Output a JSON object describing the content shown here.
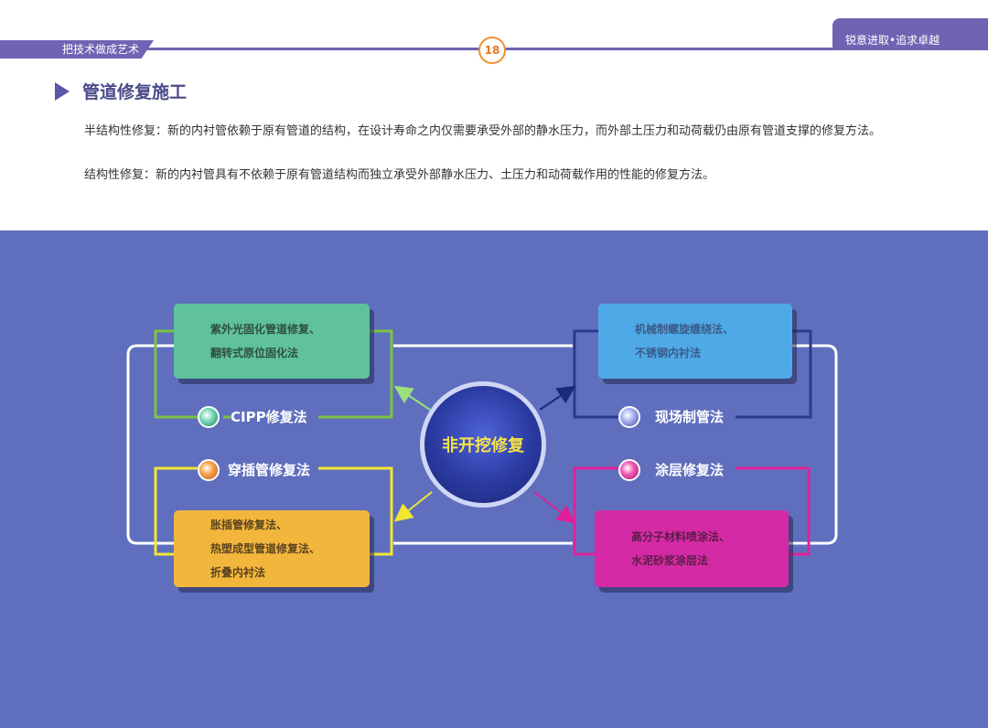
{
  "header": {
    "left_slogan": "把技术做成艺术",
    "right_slogan": "锐意进取•追求卓越",
    "page_number": "18",
    "line_color": "#6f63b3",
    "page_number_color": "#f0912e"
  },
  "section": {
    "title": "管道修复施工",
    "paragraphs": [
      "半结构性修复：新的内衬管依赖于原有管道的结构，在设计寿命之内仅需要承受外部的静水压力，而外部土压力和动荷载仍由原有管道支撑的修复方法。",
      "结构性修复：新的内衬管具有不依赖于原有管道结构而独立承受外部静水压力、土压力和动荷载作用的性能的修复方法。"
    ]
  },
  "diagram": {
    "background_color": "#5f6fbe",
    "center": "非开挖修复",
    "methods": [
      {
        "id": "cipp",
        "name": "CIPP修复法",
        "details": [
          "紫外光固化管道修复、",
          "翻转式原位固化法"
        ],
        "box_color": "#5fc29a",
        "line_color": "#7cc242",
        "icon": "green-orb-icon"
      },
      {
        "id": "field",
        "name": "现场制管法",
        "details": [
          "机械制螺旋缠绕法、",
          "不锈钢内衬法"
        ],
        "box_color": "#4fa9e6",
        "line_color": "#2b3a8f",
        "icon": "blue-orb-icon"
      },
      {
        "id": "insert",
        "name": "穿插管修复法",
        "details": [
          "胀插管修复法、",
          "热塑成型管道修复法、",
          "折叠内衬法"
        ],
        "box_color": "#f2b63c",
        "line_color": "#f2e531",
        "icon": "orange-orb-icon"
      },
      {
        "id": "coat",
        "name": "涂层修复法",
        "details": [
          "高分子材料喷涂法、",
          "水泥砂浆涂层法"
        ],
        "box_color": "#d52aa5",
        "line_color": "#e0209a",
        "icon": "pink-orb-icon"
      }
    ]
  }
}
